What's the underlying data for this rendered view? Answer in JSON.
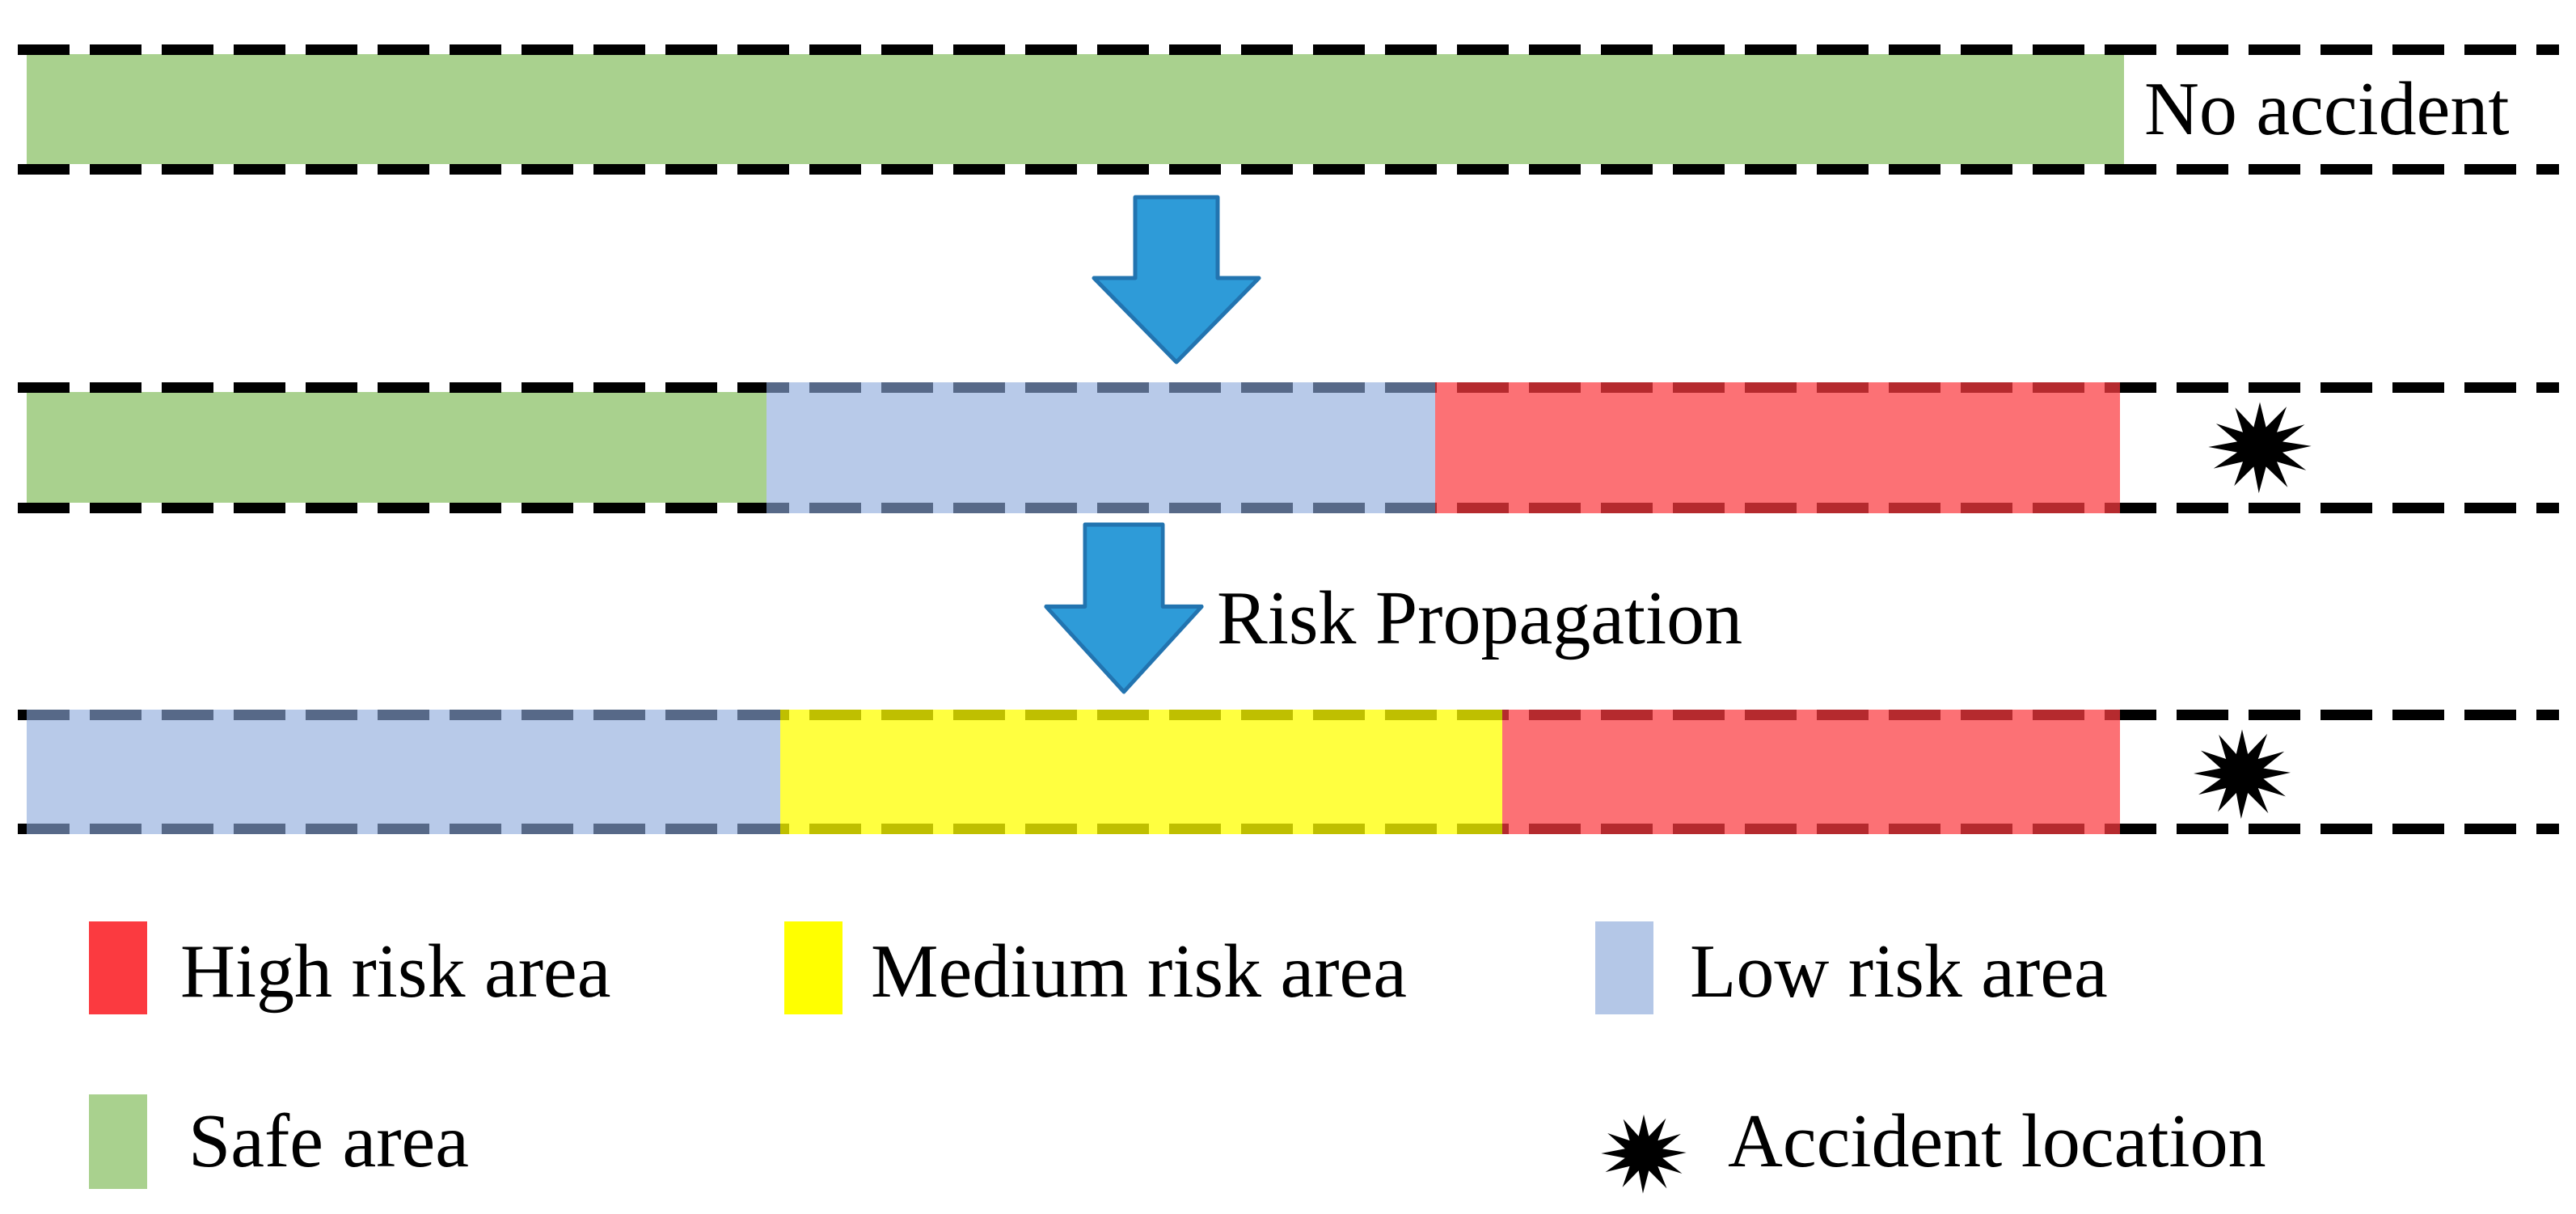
{
  "figure": {
    "type": "risk-propagation-road-diagram",
    "labels": {
      "no_accident": "No accident",
      "risk_propagation": "Risk Propagation"
    },
    "stages": [
      {
        "id": "top",
        "caption": "No accident",
        "accident_marker": false,
        "segments": [
          {
            "area": "safe",
            "color": "#A9D18E",
            "span_pct": [
              0,
              100
            ]
          }
        ]
      },
      {
        "id": "middle",
        "caption": "",
        "accident_marker": true,
        "segments": [
          {
            "area": "safe",
            "color": "#A9D18E",
            "span_pct": [
              0,
              35
            ]
          },
          {
            "area": "low-risk",
            "color": "#B4C7E7",
            "span_pct": [
              35,
              67
            ]
          },
          {
            "area": "high-risk",
            "color": "#FB3A40",
            "span_pct": [
              67,
              100
            ]
          }
        ]
      },
      {
        "id": "bottom",
        "caption": "",
        "accident_marker": true,
        "segments": [
          {
            "area": "low-risk",
            "color": "#B4C7E7",
            "span_pct": [
              0,
              36
            ]
          },
          {
            "area": "medium-risk",
            "color": "#FFFF00",
            "span_pct": [
              36,
              70
            ]
          },
          {
            "area": "high-risk",
            "color": "#FB3A40",
            "span_pct": [
              70,
              100
            ]
          }
        ]
      }
    ],
    "legend": [
      {
        "label": "High risk area",
        "swatch_color": "#FB3A40",
        "symbol": "square"
      },
      {
        "label": "Medium risk area",
        "swatch_color": "#FFFF00",
        "symbol": "square"
      },
      {
        "label": "Low risk area",
        "swatch_color": "#B4C7E7",
        "symbol": "square"
      },
      {
        "label": "Safe area",
        "swatch_color": "#A9D18E",
        "symbol": "square"
      },
      {
        "label": "Accident location",
        "swatch_color": "#000000",
        "symbol": "black-starburst"
      }
    ],
    "colors": {
      "arrow_fill": "#2E9BD8",
      "arrow_border": "#2274B0",
      "dash": "#000000",
      "background": "#FFFFFF"
    }
  }
}
